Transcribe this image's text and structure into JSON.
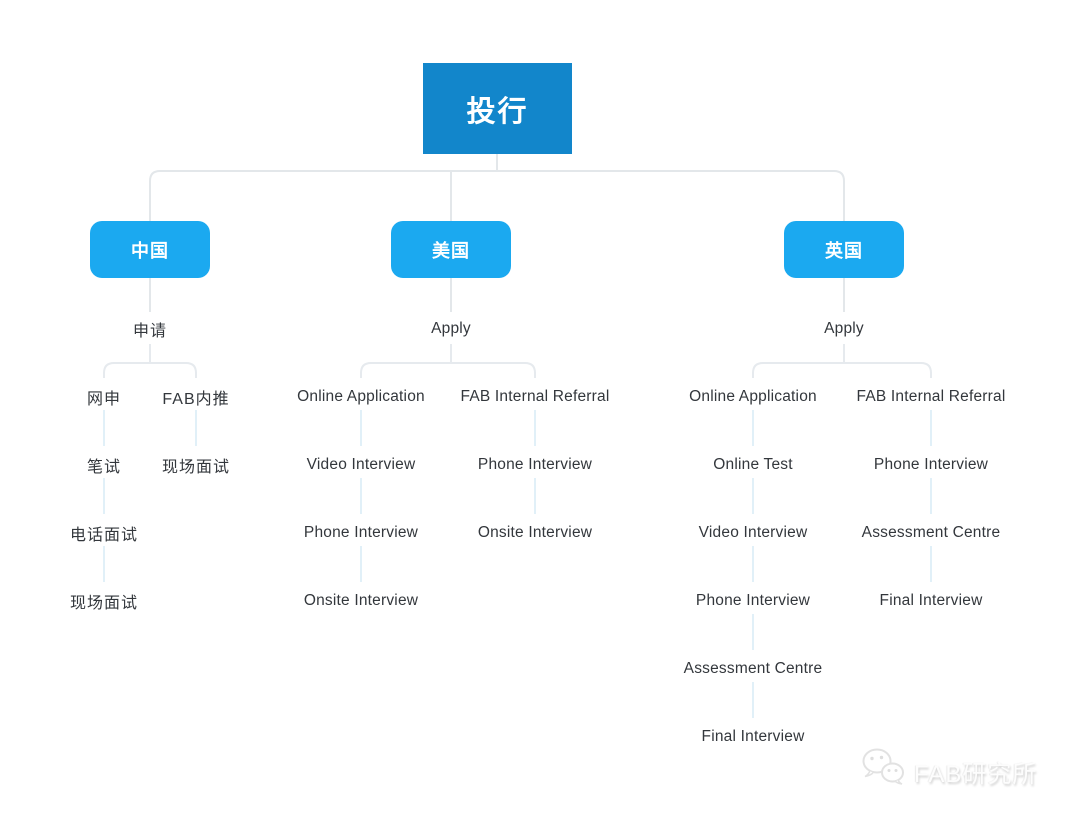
{
  "diagram": {
    "root": {
      "label": "投行"
    },
    "branches": [
      {
        "label": "中国",
        "apply": "申请",
        "col1": [
          "网申",
          "笔试",
          "电话面试",
          "现场面试"
        ],
        "col2": [
          "FAB内推",
          "现场面试"
        ]
      },
      {
        "label": "美国",
        "apply": "Apply",
        "col1": [
          "Online Application",
          "Video Interview",
          "Phone Interview",
          "Onsite Interview"
        ],
        "col2": [
          "FAB Internal Referral",
          "Phone Interview",
          "Onsite Interview"
        ]
      },
      {
        "label": "英国",
        "apply": "Apply",
        "col1": [
          "Online Application",
          "Online Test",
          "Video Interview",
          "Phone Interview",
          "Assessment Centre",
          "Final Interview"
        ],
        "col2": [
          "FAB Internal Referral",
          "Phone Interview",
          "Assessment Centre",
          "Final Interview"
        ]
      }
    ],
    "colors": {
      "root_box": "#1286CB",
      "branch_box": "#1BA9F0",
      "node_text": "#33373C",
      "connector": "#E3E7EA",
      "connector_light": "#E1F0F8"
    }
  },
  "watermark": {
    "label": "FAB研究所",
    "icon": "wechat-icon"
  }
}
